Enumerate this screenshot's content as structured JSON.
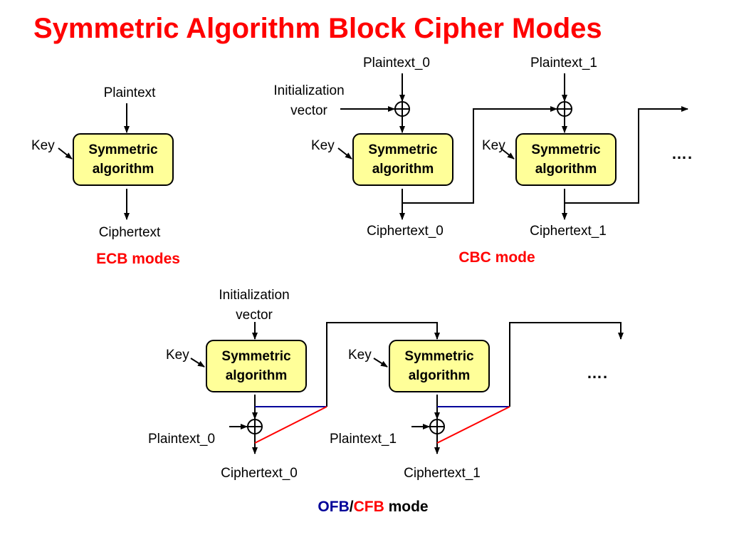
{
  "title": "Symmetric Algorithm Block Cipher Modes",
  "box_label_line1": "Symmetric",
  "box_label_line2": "algorithm",
  "ecb": {
    "plaintext": "Plaintext",
    "key": "Key",
    "ciphertext": "Ciphertext",
    "caption": "ECB modes"
  },
  "cbc": {
    "iv_line1": "Initialization",
    "iv_line2": "vector",
    "plaintext_0": "Plaintext_0",
    "plaintext_1": "Plaintext_1",
    "key_0": "Key",
    "key_1": "Key",
    "ciphertext_0": "Ciphertext_0",
    "ciphertext_1": "Ciphertext_1",
    "ellipsis": "….",
    "caption": "CBC mode"
  },
  "ofb_cfb": {
    "iv_line1": "Initialization",
    "iv_line2": "vector",
    "key_0": "Key",
    "key_1": "Key",
    "plaintext_0": "Plaintext_0",
    "plaintext_1": "Plaintext_1",
    "ciphertext_0": "Ciphertext_0",
    "ciphertext_1": "Ciphertext_1",
    "ellipsis": "….",
    "caption_ofb": "OFB",
    "caption_slash": "/",
    "caption_cfb": "CFB",
    "caption_mode": " mode"
  },
  "colors": {
    "title": "#ff0000",
    "box_fill": "#ffff99",
    "ofb_feedback_line": "#000099",
    "cfb_feedback_line": "#ff0000"
  }
}
